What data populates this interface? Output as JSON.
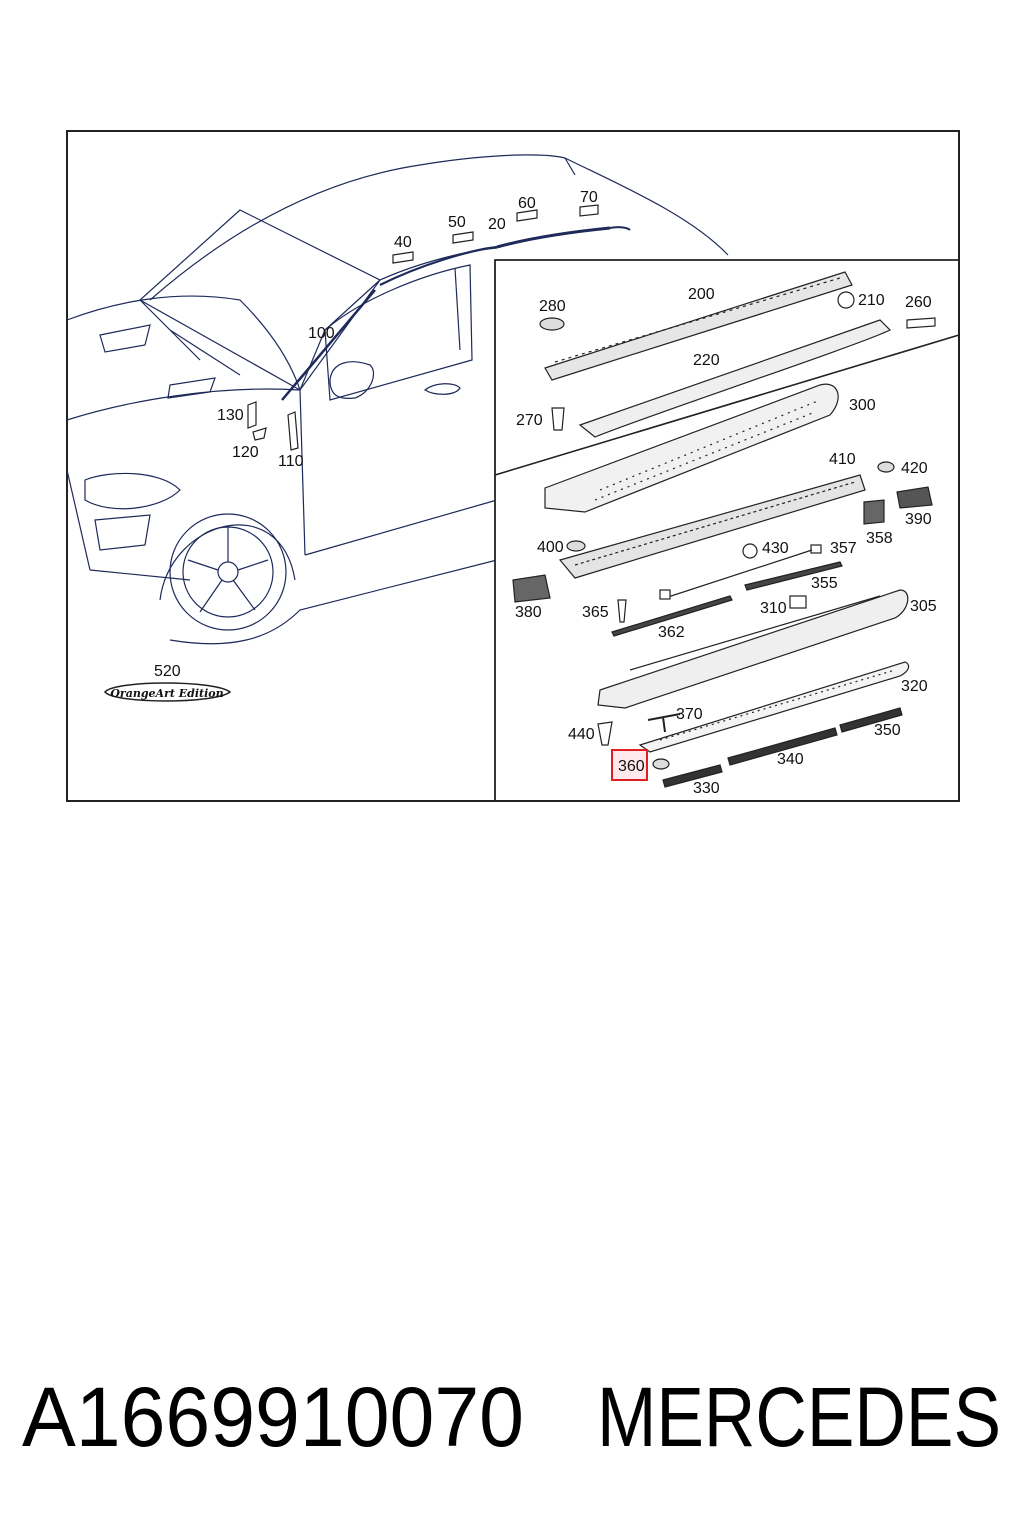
{
  "labels": {
    "l20": "20",
    "l40": "40",
    "l50": "50",
    "l60": "60",
    "l70": "70",
    "l100": "100",
    "l110": "110",
    "l120": "120",
    "l130": "130",
    "l200": "200",
    "l210": "210",
    "l220": "220",
    "l260": "260",
    "l270": "270",
    "l280": "280",
    "l300": "300",
    "l305": "305",
    "l310": "310",
    "l320": "320",
    "l330": "330",
    "l340": "340",
    "l350": "350",
    "l355": "355",
    "l357": "357",
    "l358": "358",
    "l360": "360",
    "l362": "362",
    "l365": "365",
    "l370": "370",
    "l380": "380",
    "l390": "390",
    "l400": "400",
    "l410": "410",
    "l420": "420",
    "l430": "430",
    "l440": "440",
    "l520": "520"
  },
  "badge_text": "OrangeArt Edition",
  "highlighted_label": "360",
  "highlight_color": "#e02020",
  "footer": {
    "part_number": "A1669910070",
    "brand": "MERCEDES"
  }
}
